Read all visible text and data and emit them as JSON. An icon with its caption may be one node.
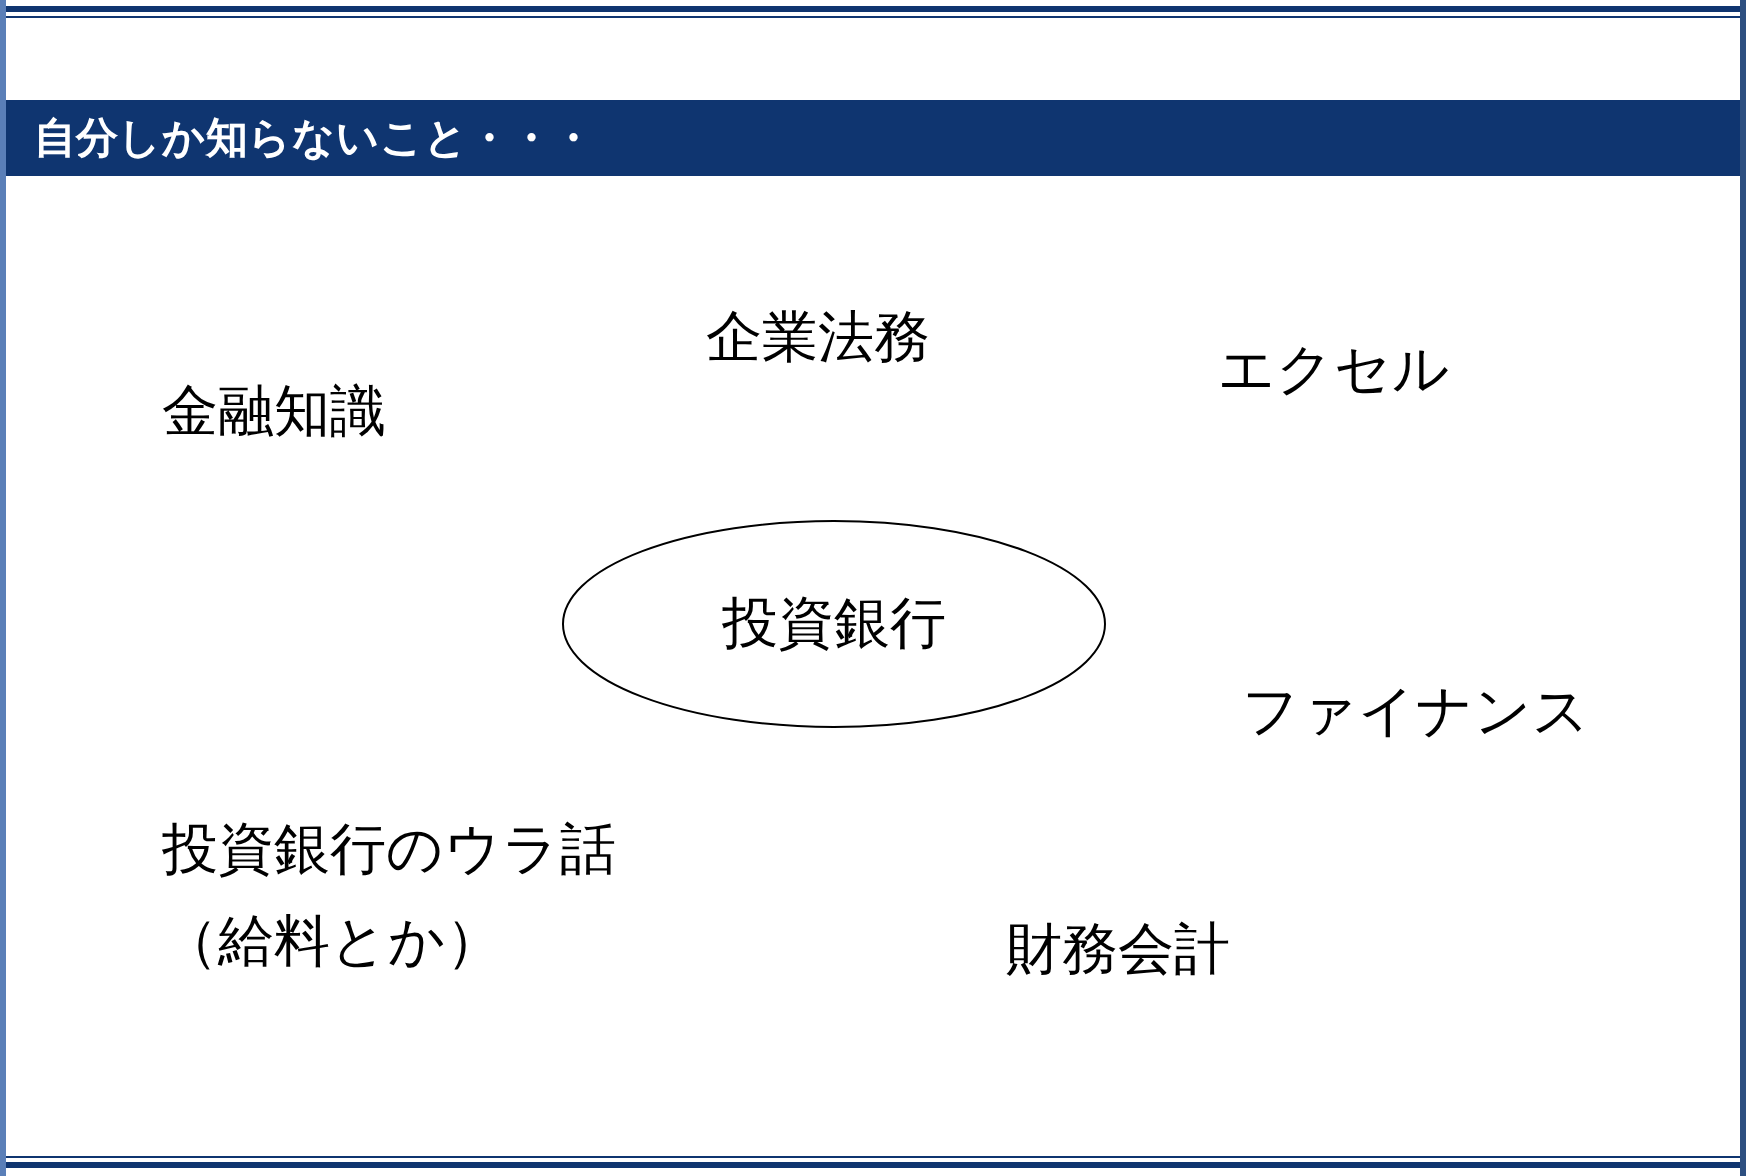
{
  "diagram": {
    "title": "自分しか知らないこと・・・",
    "nodes": [
      {
        "text": [
          "投資銀行"
        ]
      }
    ],
    "labels": [
      "企業法務",
      "エクセル",
      "金融知識",
      "ファイナンス",
      "投資銀行のウラ話（給料とか）",
      "財務会計"
    ]
  }
}
